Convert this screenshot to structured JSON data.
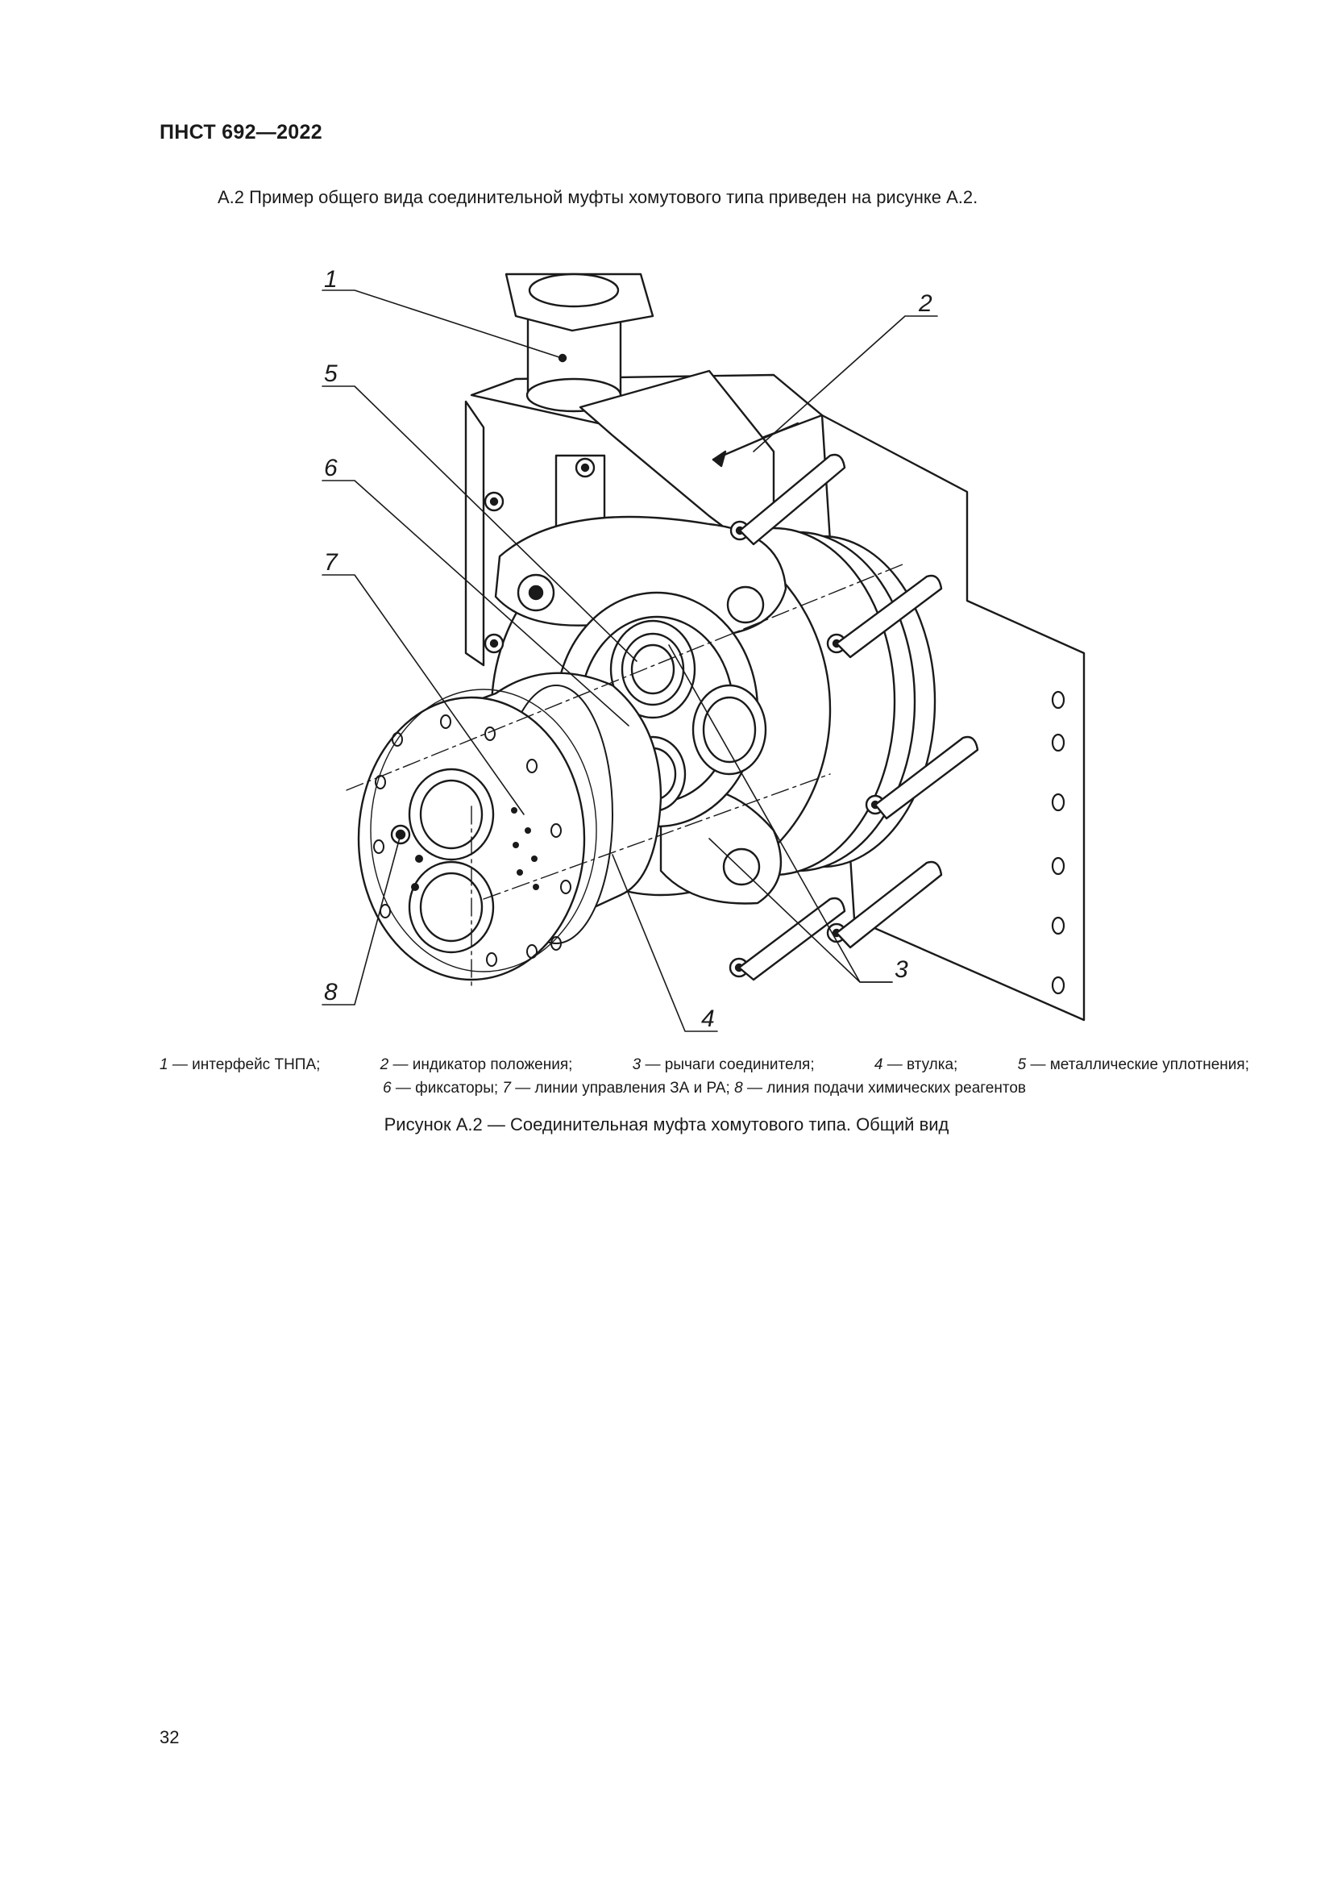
{
  "header": {
    "standard": "ПНСТ 692—2022"
  },
  "intro": {
    "text": "А.2 Пример общего вида соединительной муфты хомутового типа приведен на рисунке А.2."
  },
  "figure": {
    "labels": [
      "1",
      "2",
      "3",
      "4",
      "5",
      "6",
      "7",
      "8"
    ]
  },
  "legend": {
    "items": [
      {
        "num": "1",
        "text": "— интерфейс ТНПА;"
      },
      {
        "num": "2",
        "text": "— индикатор положения;"
      },
      {
        "num": "3",
        "text": "— рычаги соединителя;"
      },
      {
        "num": "4",
        "text": "— втулка;"
      },
      {
        "num": "5",
        "text": "— металлические уплотнения;"
      },
      {
        "num": "6",
        "text": "— фиксаторы;"
      },
      {
        "num": "7",
        "text": "— линии управления ЗА и РА;"
      },
      {
        "num": "8",
        "text": "— линия подачи химических реагентов"
      }
    ]
  },
  "caption": {
    "text": "Рисунок А.2 — Соединительная муфта хомутового типа. Общий вид"
  },
  "footer": {
    "page_number": "32"
  }
}
